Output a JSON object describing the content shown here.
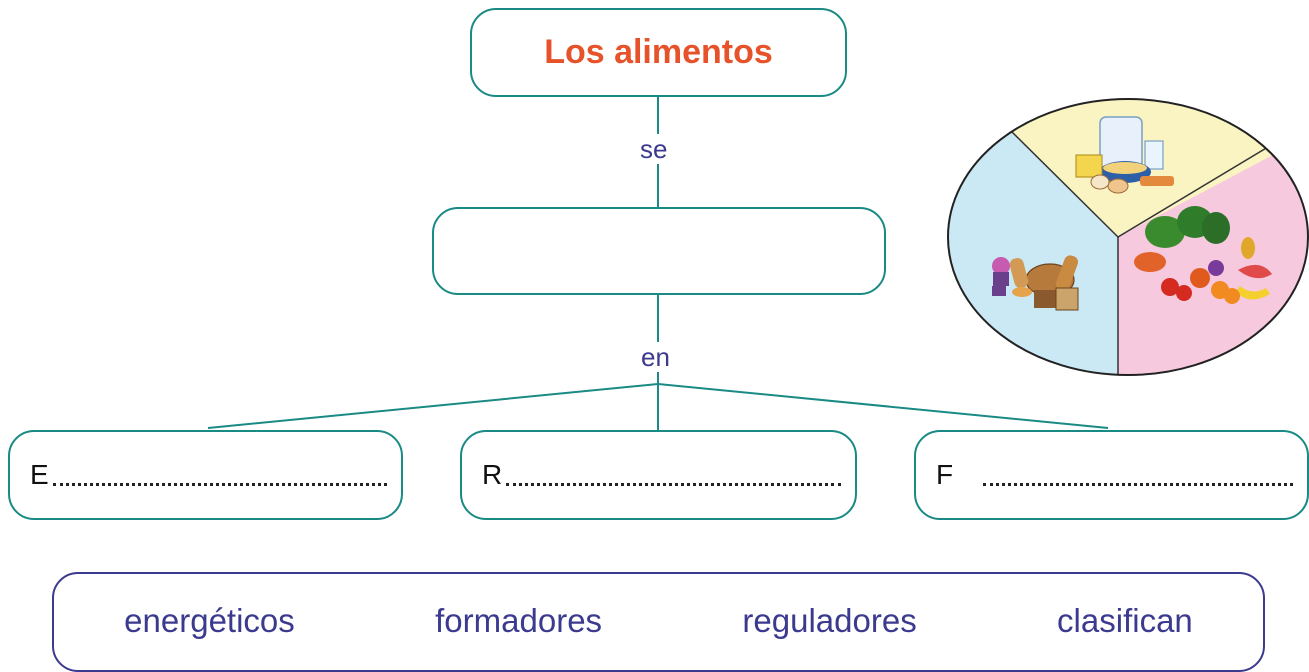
{
  "title": "Los alimentos",
  "connectors": {
    "first": "se",
    "second": "en"
  },
  "middle_box_text": "",
  "categories": [
    {
      "letter": "E"
    },
    {
      "letter": "R"
    },
    {
      "letter": "F"
    }
  ],
  "word_bank": [
    "energéticos",
    "formadores",
    "reguladores",
    "clasifican"
  ],
  "colors": {
    "title": "#e6532a",
    "box_border": "#1a8a84",
    "connector_text": "#3b3a8f",
    "word_bank_border": "#3b3a8f"
  },
  "illustration": {
    "icon": "food-groups-plate-icon"
  }
}
